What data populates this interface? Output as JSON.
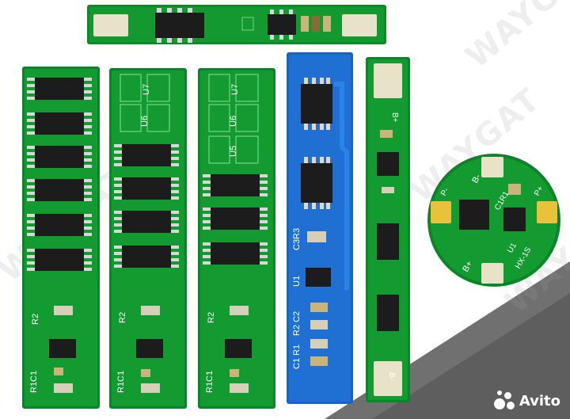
{
  "watermark": {
    "text": "WAYGAT"
  },
  "brand": {
    "logo_text": "Avito"
  },
  "colors": {
    "pcb_green": "#0f8a2c",
    "pcb_dark_green": "#0a6b20",
    "pcb_blue": "#1560b8",
    "chip_black": "#1c1c1c",
    "pad_tin": "#e8e3c8",
    "background_dark": "#6f6f6f"
  },
  "boards": {
    "long_top": {
      "labels": []
    },
    "six_chip": {
      "labels": [
        "R2",
        "R1C1"
      ]
    },
    "four_chip": {
      "labels": [
        "U7",
        "U6",
        "R2",
        "R1C1"
      ]
    },
    "three_chip": {
      "labels": [
        "U7",
        "U6",
        "U5",
        "R2",
        "R1C1"
      ]
    },
    "blue": {
      "labels": [
        "C3R3",
        "U1",
        "R2 C2",
        "C1 R1"
      ]
    },
    "narrow": {
      "labels": [
        "B+",
        "B-"
      ]
    },
    "round": {
      "labels": [
        "B-",
        "P-",
        "P+",
        "B+",
        "C1R1",
        "U1",
        "HX-1S"
      ]
    }
  }
}
